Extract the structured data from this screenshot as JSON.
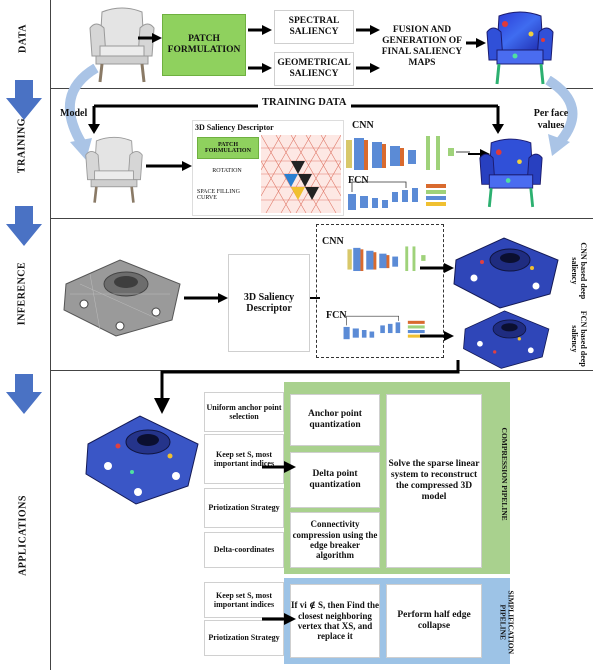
{
  "stages": {
    "data": "DATA",
    "training": "TRAINING",
    "inference": "INFERENCE",
    "applications": "APPLICATIONS"
  },
  "data_row": {
    "patch_formulation": "PATCH FORMULATION",
    "spectral": "SPECTRAL SALIENCY",
    "geometrical": "GEOMETRICAL SALIENCY",
    "fusion": "FUSION AND GENERATION OF FINAL SALIENCY MAPS"
  },
  "training_row": {
    "model_label": "Model",
    "training_data": "TRAINING DATA",
    "per_face": "Per face values",
    "descriptor_title": "3D Saliency Descriptor",
    "patch_formulation": "PATCH FORMULATION",
    "rotation": "ROTATION",
    "space_filling": "SPACE FILLING CURVE",
    "cnn": "CNN",
    "fcn": "FCN"
  },
  "inference_row": {
    "descriptor": "3D Saliency Descriptor",
    "cnn": "CNN",
    "fcn": "FCN",
    "cnn_saliency": "CNN based deep saliency",
    "fcn_saliency": "FCN based deep saliency"
  },
  "applications": {
    "left_items": [
      "Uniform anchor point selection",
      "Keep set S, most important indices",
      "Priotization Strategy",
      "Delta-coordinates"
    ],
    "compression_steps": [
      "Anchor point quantization",
      "Delta point quantization",
      "Connectivity compression using the edge breaker algorithm"
    ],
    "compression_solve": "Solve the sparse linear system to reconstruct the compressed 3D model",
    "compression_label": "COMPRESSION PIPELINE",
    "simp_left": [
      "Keep set S, most important indices",
      "Priotization Strategy"
    ],
    "simp_step1": "If vi ∉ S, then Find the closest neighboring vertex that XS, and replace it",
    "simp_step2": "Perform half edge collapse",
    "simplification_label": "SIMPLIFICATION PIPELINE"
  },
  "colors": {
    "stage_arrow": "#4a72c4",
    "patch_green": "#8fd15e",
    "compression_panel": "#a9d18e",
    "simplification_panel": "#9dc3e6"
  }
}
